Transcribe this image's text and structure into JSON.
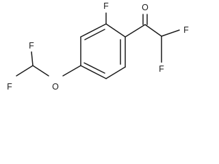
{
  "molecule": {
    "atoms": [
      {
        "id": "F_ring",
        "label": "F"
      },
      {
        "id": "O_keto",
        "label": "O"
      },
      {
        "id": "F_cf2_a",
        "label": "F"
      },
      {
        "id": "F_cf2_b",
        "label": "F"
      },
      {
        "id": "F_ome_a",
        "label": "F"
      },
      {
        "id": "F_ome_b",
        "label": "F"
      },
      {
        "id": "O_ether",
        "label": "O"
      }
    ]
  }
}
